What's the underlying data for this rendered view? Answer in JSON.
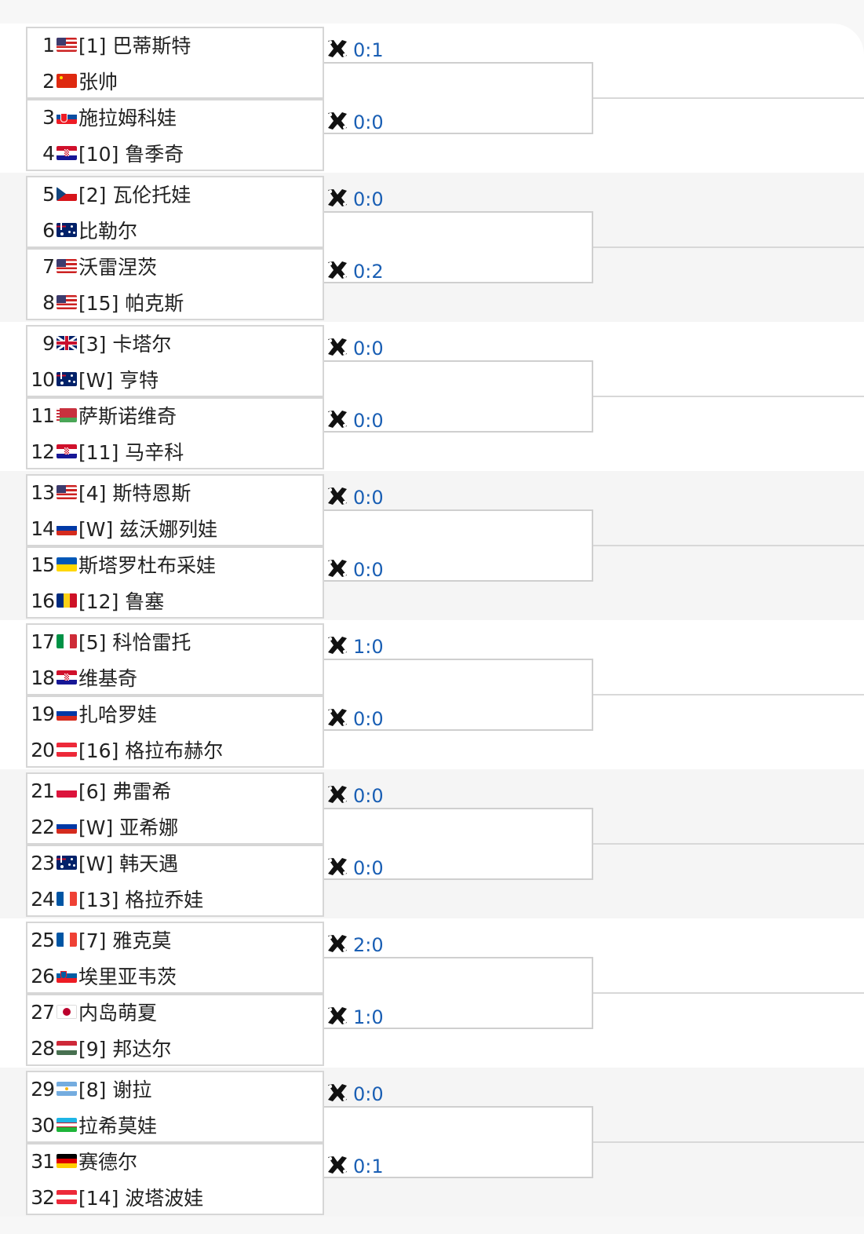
{
  "players": [
    {
      "no": "1",
      "flag": "us",
      "label": "[1] 巴蒂斯特"
    },
    {
      "no": "2",
      "flag": "cn",
      "label": " 张帅"
    },
    {
      "no": "3",
      "flag": "sk",
      "label": " 施拉姆科娃"
    },
    {
      "no": "4",
      "flag": "hr",
      "label": "[10] 鲁季奇"
    },
    {
      "no": "5",
      "flag": "cz",
      "label": "[2] 瓦伦托娃"
    },
    {
      "no": "6",
      "flag": "au",
      "label": " 比勒尔"
    },
    {
      "no": "7",
      "flag": "us",
      "label": " 沃雷涅茨"
    },
    {
      "no": "8",
      "flag": "us",
      "label": "[15] 帕克斯"
    },
    {
      "no": "9",
      "flag": "gb",
      "label": "[3] 卡塔尔"
    },
    {
      "no": "10",
      "flag": "au",
      "label": "[W] 亨特"
    },
    {
      "no": "11",
      "flag": "by",
      "label": " 萨斯诺维奇"
    },
    {
      "no": "12",
      "flag": "hr",
      "label": "[11] 马辛科"
    },
    {
      "no": "13",
      "flag": "us",
      "label": "[4] 斯特恩斯"
    },
    {
      "no": "14",
      "flag": "ru",
      "label": "[W] 兹沃娜列娃"
    },
    {
      "no": "15",
      "flag": "ua",
      "label": " 斯塔罗杜布采娃"
    },
    {
      "no": "16",
      "flag": "ro",
      "label": "[12] 鲁塞"
    },
    {
      "no": "17",
      "flag": "it",
      "label": "[5] 科恰雷托"
    },
    {
      "no": "18",
      "flag": "hr",
      "label": " 维基奇"
    },
    {
      "no": "19",
      "flag": "ru",
      "label": " 扎哈罗娃"
    },
    {
      "no": "20",
      "flag": "at",
      "label": "[16] 格拉布赫尔"
    },
    {
      "no": "21",
      "flag": "pl",
      "label": "[6] 弗雷希"
    },
    {
      "no": "22",
      "flag": "ru",
      "label": "[W] 亚希娜"
    },
    {
      "no": "23",
      "flag": "au",
      "label": "[W] 韩天遇"
    },
    {
      "no": "24",
      "flag": "fr",
      "label": "[13] 格拉乔娃"
    },
    {
      "no": "25",
      "flag": "fr",
      "label": "[7] 雅克莫"
    },
    {
      "no": "26",
      "flag": "si",
      "label": " 埃里亚韦茨"
    },
    {
      "no": "27",
      "flag": "jp",
      "label": " 内岛萌夏"
    },
    {
      "no": "28",
      "flag": "hu",
      "label": "[9] 邦达尔"
    },
    {
      "no": "29",
      "flag": "ar",
      "label": "[8] 谢拉"
    },
    {
      "no": "30",
      "flag": "uz",
      "label": " 拉希莫娃"
    },
    {
      "no": "31",
      "flag": "de",
      "label": " 赛德尔"
    },
    {
      "no": "32",
      "flag": "at",
      "label": "[14] 波塔波娃"
    }
  ],
  "scores": [
    "0:1",
    "0:0",
    "0:0",
    "0:2",
    "0:0",
    "0:0",
    "0:0",
    "0:0",
    "1:0",
    "0:0",
    "0:0",
    "0:0",
    "2:0",
    "1:0",
    "0:0",
    "0:1"
  ],
  "match_icon": "crossed-rackets-icon",
  "colors": {
    "score": "#1a5fb4",
    "border": "#d6d6d6",
    "stripe": "#f5f5f5"
  }
}
